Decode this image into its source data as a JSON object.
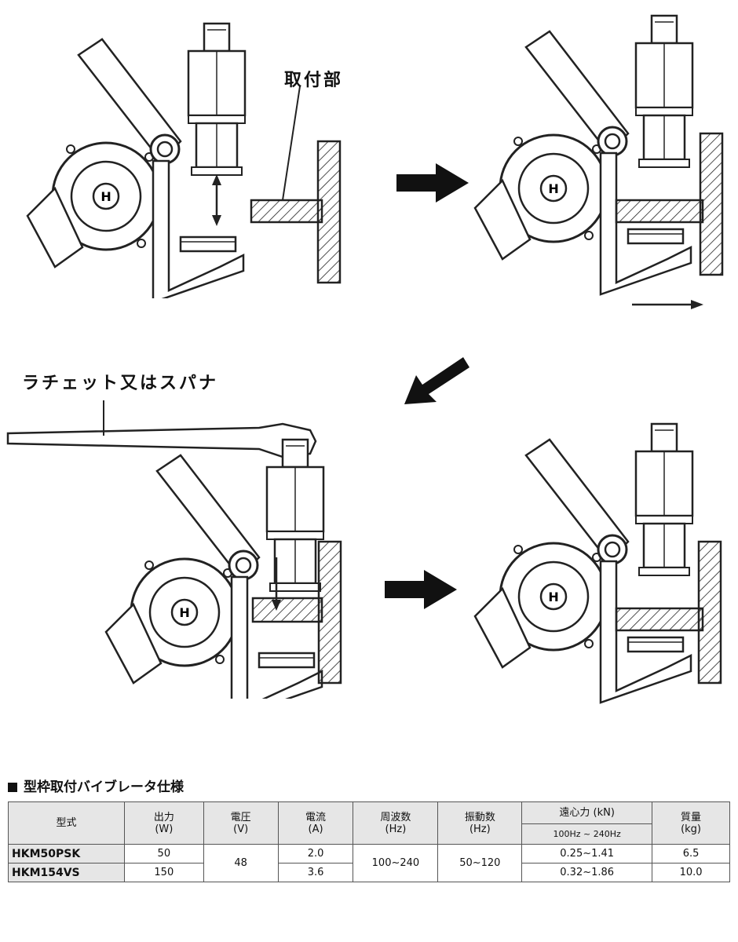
{
  "diagram": {
    "label_mount": "取付部",
    "label_tool": "ラチェット又はスパナ"
  },
  "spec": {
    "title": "型枠取付バイブレータ仕様",
    "headers": {
      "model": "型式",
      "output": "出力",
      "output_unit": "(W)",
      "voltage": "電圧",
      "voltage_unit": "(V)",
      "current": "電流",
      "current_unit": "(A)",
      "frequency": "周波数",
      "frequency_unit": "(Hz)",
      "vibration": "振動数",
      "vibration_unit": "(Hz)",
      "force": "遠心力 (kN)",
      "force_range": "100Hz ~ 240Hz",
      "mass": "質量",
      "mass_unit": "(kg)"
    },
    "rows": [
      {
        "model": "HKM50PSK",
        "output": "50",
        "current": "2.0",
        "force": "0.25~1.41",
        "mass": "6.5"
      },
      {
        "model": "HKM154VS",
        "output": "150",
        "current": "3.6",
        "force": "0.32~1.86",
        "mass": "10.0"
      }
    ],
    "shared": {
      "voltage": "48",
      "frequency": "100~240",
      "vibration": "50~120"
    }
  }
}
